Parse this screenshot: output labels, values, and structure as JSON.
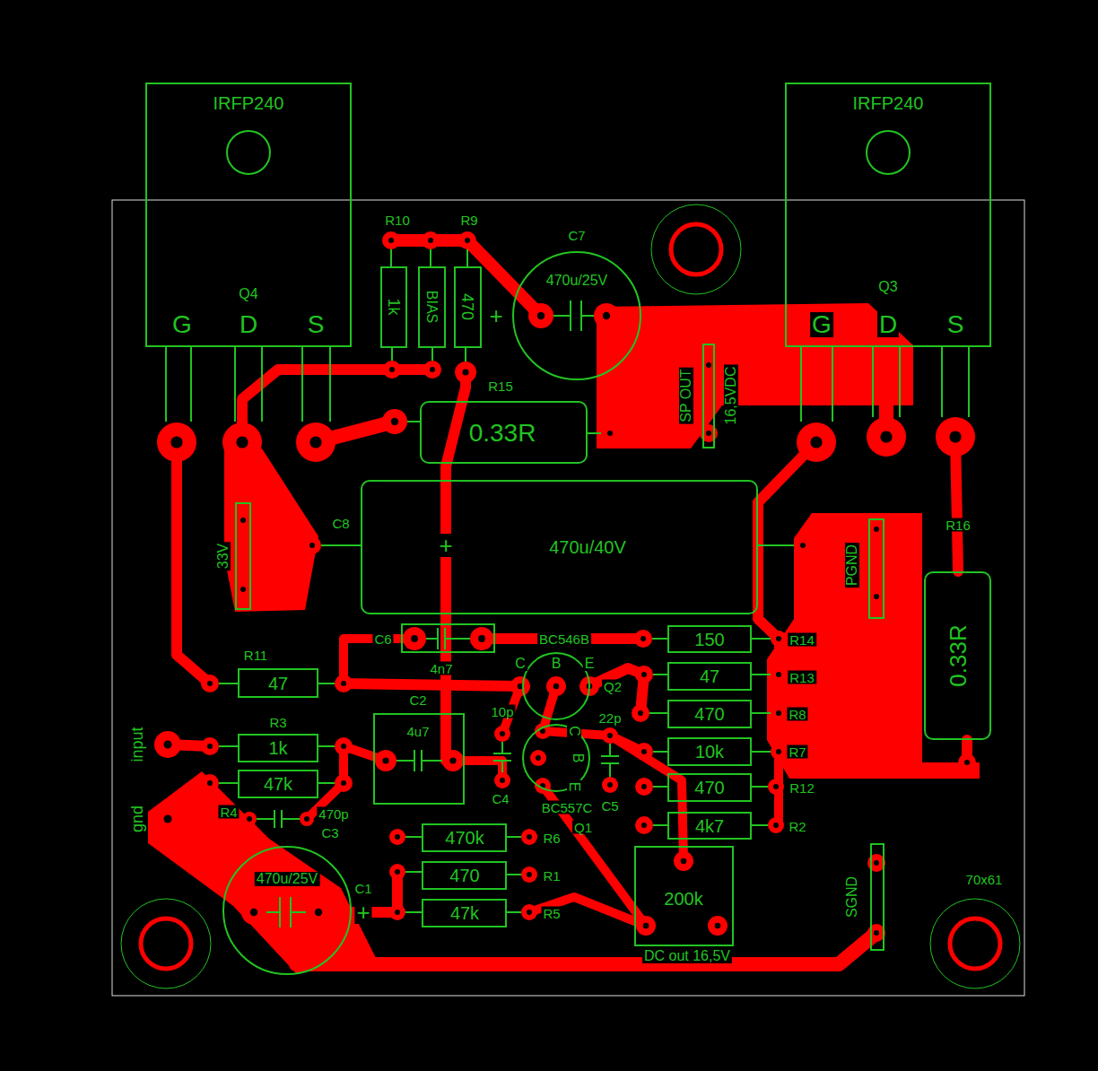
{
  "diagram": {
    "nodes": [
      {
        "text": [
          "IRFP240",
          "Q4",
          "G",
          "D",
          "S"
        ]
      },
      {
        "text": [
          "IRFP240",
          "Q3",
          "G",
          "D",
          "S"
        ]
      },
      {
        "text": [
          "1k",
          "R10"
        ]
      },
      {
        "text": [
          "BIAS"
        ]
      },
      {
        "text": [
          "470",
          "R9"
        ]
      },
      {
        "text": [
          "470u/25V",
          "C7"
        ]
      },
      {
        "text": [
          "0.33R",
          "R15"
        ]
      },
      {
        "text": [
          "470u/40V",
          "C8"
        ]
      },
      {
        "text": [
          "4n7",
          "C6"
        ]
      },
      {
        "text": [
          "150",
          "R14"
        ]
      },
      {
        "text": [
          "47",
          "R13"
        ]
      },
      {
        "text": [
          "470",
          "R8"
        ]
      },
      {
        "text": [
          "10k",
          "R7"
        ]
      },
      {
        "text": [
          "470",
          "R12"
        ]
      },
      {
        "text": [
          "4k7",
          "R2"
        ]
      },
      {
        "text": [
          "47",
          "R11"
        ]
      },
      {
        "text": [
          "1k",
          "R3"
        ]
      },
      {
        "text": [
          "47k",
          "R4"
        ]
      },
      {
        "text": [
          "4u7",
          "C2"
        ]
      },
      {
        "text": [
          "BC546B",
          "Q2",
          "C",
          "B",
          "E"
        ]
      },
      {
        "text": [
          "BC557C",
          "Q1",
          "C",
          "B",
          "E"
        ]
      },
      {
        "text": [
          "470k",
          "R6"
        ]
      },
      {
        "text": [
          "470",
          "R1"
        ]
      },
      {
        "text": [
          "47k",
          "R5"
        ]
      },
      {
        "text": [
          "470u/25V",
          "C1"
        ]
      },
      {
        "text": [
          "200k"
        ]
      },
      {
        "text": [
          "0.33R",
          "R16"
        ]
      },
      {
        "text": [
          "SP OUT",
          "16,5VDC"
        ]
      },
      {
        "text": [
          "33V"
        ]
      },
      {
        "text": [
          "PGND"
        ]
      },
      {
        "text": [
          "SGND"
        ]
      }
    ],
    "labels": [
      "input",
      "gnd",
      "10p",
      "C4",
      "22p",
      "C5",
      "470p",
      "C3",
      "DC out 16,5V",
      "70x61",
      "+",
      "+",
      "+"
    ]
  }
}
